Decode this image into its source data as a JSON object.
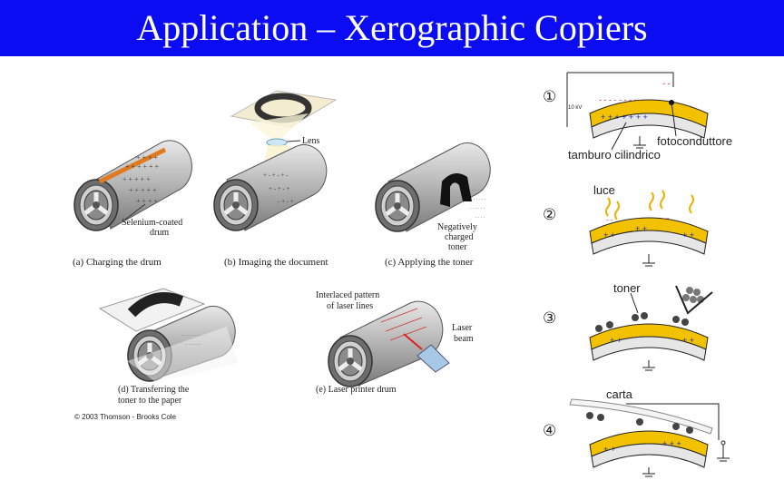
{
  "title": "Application – Xerographic Copiers",
  "left_figure": {
    "labels": {
      "selenium": [
        "Selenium-coated",
        "drum"
      ],
      "lens": "Lens",
      "neg_toner": [
        "Negatively",
        "charged",
        "toner"
      ],
      "interlaced": [
        "Interlaced pattern",
        "of laser lines"
      ],
      "laser": [
        "Laser",
        "beam"
      ]
    },
    "captions": {
      "a": "(a) Charging the drum",
      "b": "(b) Imaging the document",
      "c": "(c) Applying the toner",
      "d": [
        "(d) Transferring the",
        "toner to the paper"
      ],
      "e": "(e) Laser printer drum"
    },
    "copyright": "© 2003 Thomson - Brooks Cole"
  },
  "right_figure": {
    "steps": [
      "①",
      "②",
      "③",
      "④"
    ],
    "labels": {
      "fotoconduttore": "fotoconduttore",
      "tamburo": "tamburo cilindrico",
      "luce": "luce",
      "toner": "toner",
      "carta": "carta",
      "voltage": "10 kV"
    }
  },
  "colors": {
    "title_bar": "#0c0cf2",
    "photoconductor": "#f2c200",
    "accent": "#d03030"
  }
}
